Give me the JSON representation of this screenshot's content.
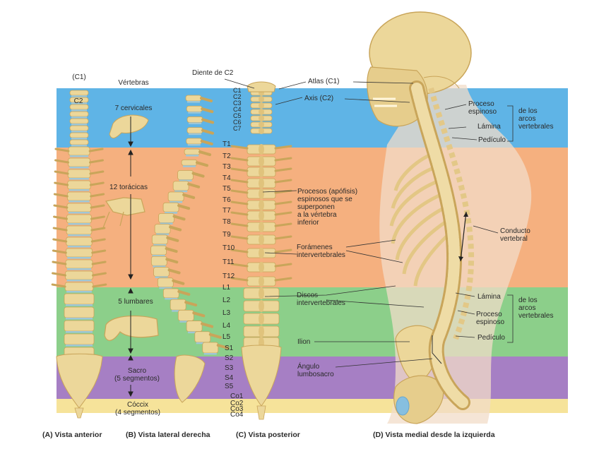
{
  "colors": {
    "cervical": "#5fb4e6",
    "thoracic": "#f5b07f",
    "lumbar": "#8ccf8a",
    "sacral": "#a67fc4",
    "coccygeal": "#f6e39a",
    "bone": "#ecd79a",
    "bone_dark": "#c9a55a",
    "disc": "#9fc7d6"
  },
  "anterior": {
    "c1": "(C1)",
    "c2": "C2",
    "vertebras": "Vértebras",
    "cervicales": "7 cervicales",
    "toracicas": "12 torácicas",
    "lumbares": "5 lumbares",
    "sacro": "Sacro\n(5 segmentos)",
    "coccix": "Cóccix\n(4 segmentos)"
  },
  "posterior": {
    "diente": "Diente de C2",
    "atlas": "Atlas (C1)",
    "axis": "Axis (C2)",
    "levels": [
      "C1",
      "C2",
      "C3",
      "C4",
      "C5",
      "C6",
      "C7",
      "T1",
      "T2",
      "T3",
      "T4",
      "T5",
      "T6",
      "T7",
      "T8",
      "T9",
      "T10",
      "T11",
      "T12",
      "L1",
      "L2",
      "L3",
      "L4",
      "L5",
      "S1",
      "S2",
      "S3",
      "S4",
      "S5",
      "Co1",
      "Co2",
      "Co3",
      "Co4"
    ],
    "procesos": "Procesos (apófisis)\nespinosos que se\nsuperponen\na la vértebra\ninferior",
    "foramenes": "Forámenes\nintervertebrales",
    "discos": "Discos\nintervertebrales",
    "ilion": "Ilion",
    "angulo": "Ángulo\nlumbosacro"
  },
  "medial": {
    "proceso_top": "Proceso\nespinoso",
    "lamina_top": "Lámina",
    "pediculo_top": "Pedículo",
    "arcos_top": "de los\narcos\nvertebrales",
    "conducto": "Conducto\nvertebral",
    "lamina_bot": "Lámina",
    "proceso_bot": "Proceso\nespinoso",
    "pediculo_bot": "Pedículo",
    "arcos_bot": "de los\narcos\nvertebrales"
  },
  "captions": {
    "a": "(A) Vista anterior",
    "b": "(B) Vista lateral derecha",
    "c": "(C) Vista posterior",
    "d": "(D) Vista medial desde la izquierda"
  }
}
